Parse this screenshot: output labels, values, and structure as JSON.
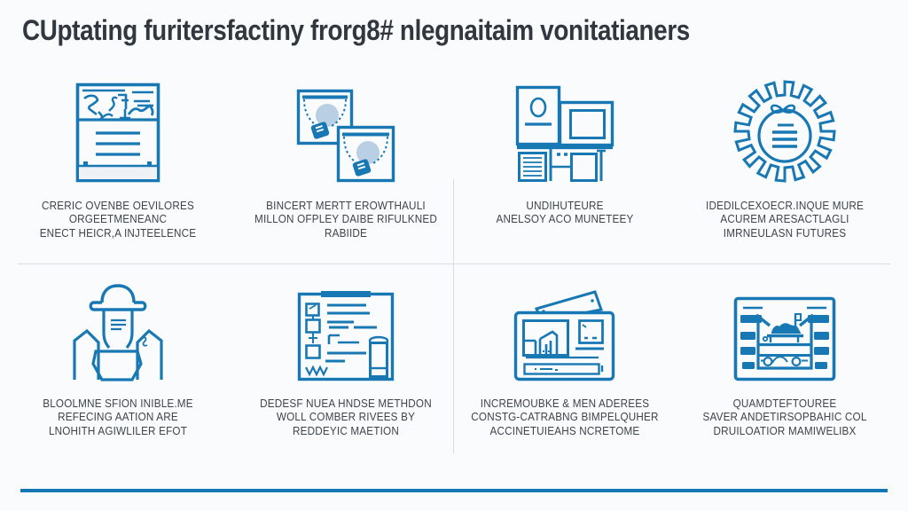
{
  "title": "CUptating furitersfactiny frorg8# nlegnaitaim vonitatianers",
  "colors": {
    "background": "#fafbfc",
    "icon_stroke_blue": "#1878b4",
    "icon_light_fill": "#b9cfe3",
    "title_text": "#333b45",
    "caption_text": "#3e454e",
    "divider_gray": "#d9dbde",
    "bottom_rule_blue": "#1177b6"
  },
  "cells": [
    {
      "icon": "report-document-icon",
      "caption": "CRERIC OVENBE OEVILORES\nORGEETMENEANC\nENECT HEICR,A INJTEELENCE"
    },
    {
      "icon": "linked-frames-lock-icon",
      "caption": "BINCERT MERTT EROWTHAULI\nMILLON OFPLEY DAIBE RIFULKNED\nRABIIDE"
    },
    {
      "icon": "workstation-icon",
      "caption": "UNDIHUTEURE\nANELSOY ACO MUNETEEY"
    },
    {
      "icon": "gear-document-icon",
      "caption": "IDEDILCEXOECR.INQUE MURE\nACUREM ARESACTLAGLI\nIMRNEULASN FUTURES"
    },
    {
      "icon": "beekeeper-person-icon",
      "caption": "BLOOLMNE SFION INIBLE.ME\nREFECING AATION ARE\nLNOHITH AGIWLILER EFOT"
    },
    {
      "icon": "checklist-document-icon",
      "caption": "DEDESF NUEA HNDSE METHDON\nWOLL COMBER RIVEES BY\nREDDEYIC MAETION"
    },
    {
      "icon": "media-card-icon",
      "caption": "INCREMOUBKE & MEN ADEREES\nCONSTG-CATRABNG BIMPELQUHER\nACCINETUIEAHS NCRETOME"
    },
    {
      "icon": "machine-icon",
      "caption": "QUAMDTEFTOUREE\nSAVER ANDETIRSOPBAHIC COL\nDRUILOATIOR MAMIWELIBX"
    }
  ]
}
